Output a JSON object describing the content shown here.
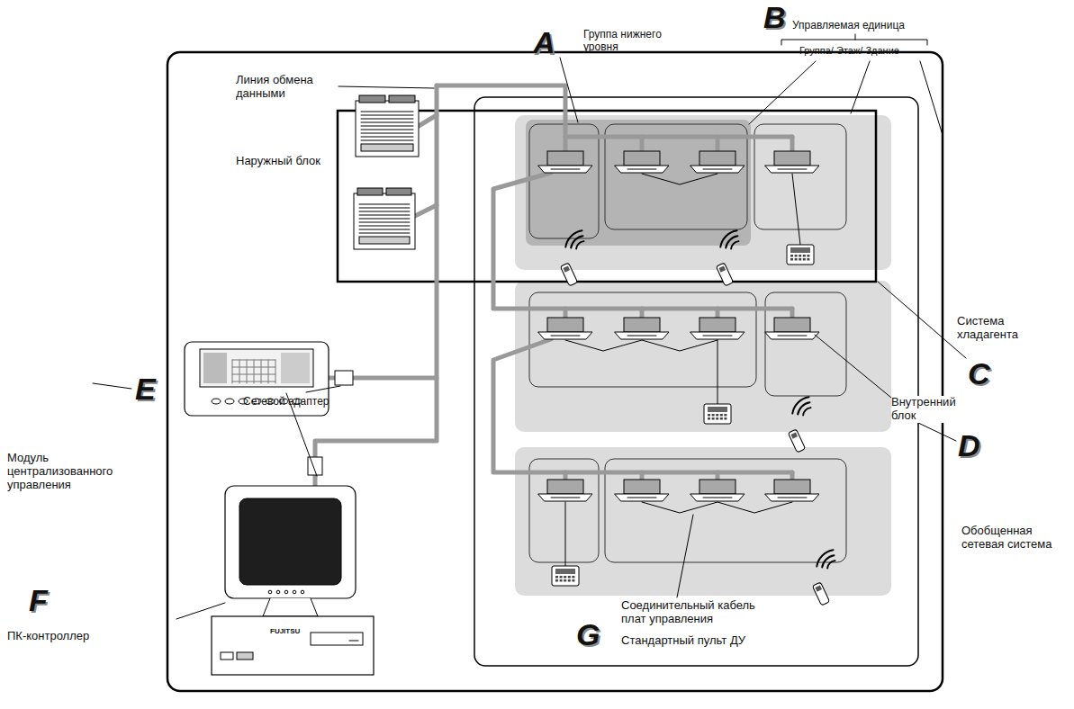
{
  "diagram": {
    "labels": [
      "B",
      "Управляемая единица",
      "Группа/ Этаж/ Здание",
      "A",
      "Группа нижнего уровня",
      "Линия обмена данными",
      "Наружный блок",
      "C",
      "E",
      "Сетевой адаптер",
      "Модуль централизованного управления",
      "Система хладагента",
      "D",
      "Внутренний блок",
      "Обобщенная сетевая система",
      "F",
      "ПК-контроллер",
      "Соединительный кабель плат управления",
      "G",
      "Стандартный пульт ДУ",
      "FUJITSU"
    ]
  }
}
